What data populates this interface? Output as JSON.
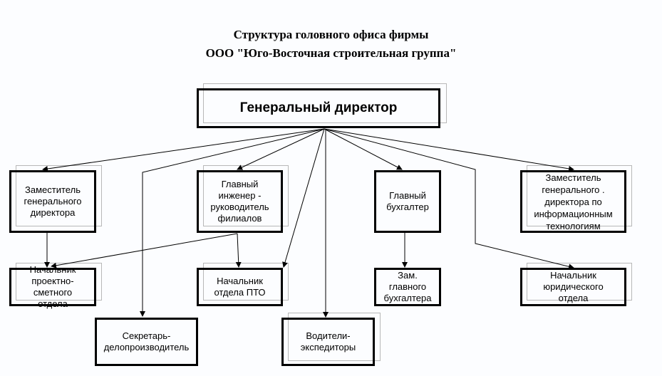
{
  "title": {
    "line1": "Структура головного офиса фирмы",
    "line2": "ООО \"Юго-Восточная строительная группа\""
  },
  "nodes": {
    "ceo": "Генеральный директор",
    "deputy": "Заместитель генерального директора",
    "chief_engineer": "Главный инженер - руководитель филиалов",
    "chief_accountant": "Главный бухгалтер",
    "deputy_it": "Заместитель генерального . директора    по информационным технологиям",
    "head_design": "Начальник проектно-сметного отдела",
    "head_pto": "Начальник отдела ПТО",
    "deputy_accountant": "Зам. главного бухгалтера",
    "head_legal": "Начальник юридического отдела",
    "secretary": "Секретарь-делопроизводитель",
    "drivers": "Водители-экспедиторы"
  }
}
